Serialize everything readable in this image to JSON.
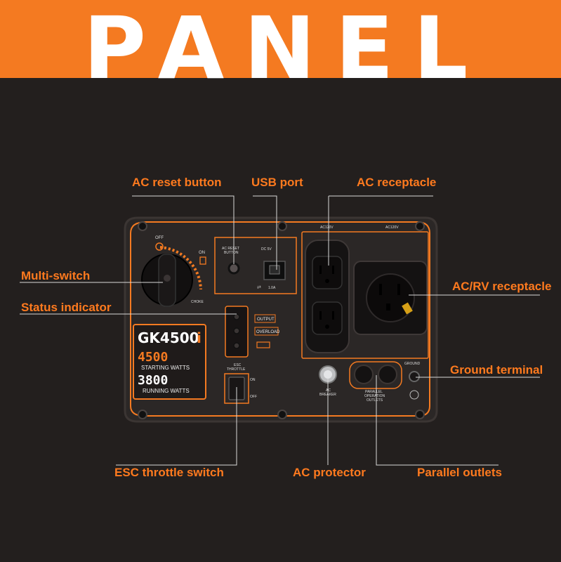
{
  "header": {
    "title": "PANEL"
  },
  "colors": {
    "accent": "#f47a21",
    "label": "#ff7a1e",
    "background": "#231f1e",
    "panel": "#2c2827"
  },
  "callouts": {
    "ac_reset": "AC reset button",
    "usb": "USB port",
    "ac_receptacle": "AC receptacle",
    "multi_switch": "Multi-switch",
    "status": "Status indicator",
    "ac_rv": "AC/RV receptacle",
    "ground": "Ground terminal",
    "esc": "ESC throttle switch",
    "ac_protector": "AC protector",
    "parallel": "Parallel outlets"
  },
  "panel": {
    "model": "GK4500",
    "model_suffix": "i",
    "starting_watts_value": "4500",
    "starting_watts_label": "STARTING WATTS",
    "running_watts_value": "3800",
    "running_watts_label": "RUNNING WATTS",
    "off": "OFF",
    "on": "ON",
    "choke": "CHOKE",
    "ac_reset_line1": "AC RESET",
    "ac_reset_line2": "BUTTON",
    "dc_label": "DC 5V",
    "usb_sub": "1.0A",
    "ac120_left": "AC120V",
    "ac120_right": "AC120V",
    "output": "OUTPUT",
    "overload": "OVERLOAD",
    "esc_line1": "ESC",
    "esc_line2": "THROTTLE",
    "esc_on": "ON",
    "esc_off": "OFF",
    "breaker_line1": "AC",
    "breaker_line2": "BREAKER",
    "parallel_line1": "PARALLEL",
    "parallel_line2": "OPERATION",
    "parallel_line3": "OUTLETS",
    "ground_label": "GROUND"
  }
}
